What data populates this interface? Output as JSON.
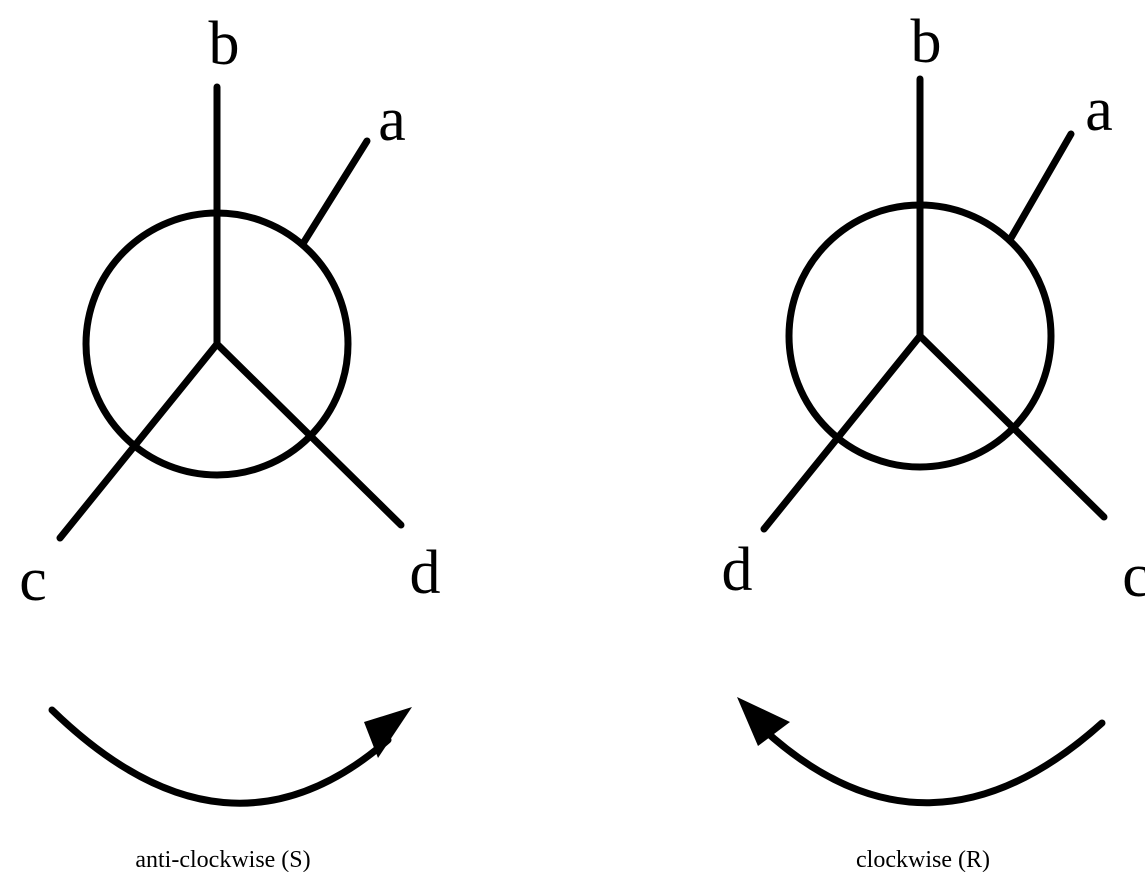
{
  "panels": [
    {
      "labels": {
        "top": "b",
        "upper_right": "a",
        "lower_left": "c",
        "lower_right": "d"
      },
      "rotation": "anti-clockwise",
      "caption": "anti-clockwise (S)"
    },
    {
      "labels": {
        "top": "b",
        "upper_right": "a",
        "lower_left": "d",
        "lower_right": "c"
      },
      "rotation": "clockwise",
      "caption": "clockwise (R)"
    }
  ],
  "colors": {
    "stroke": "#000000",
    "background": "#ffffff"
  },
  "icons": [
    "arrow-icon",
    "arrow-icon"
  ]
}
